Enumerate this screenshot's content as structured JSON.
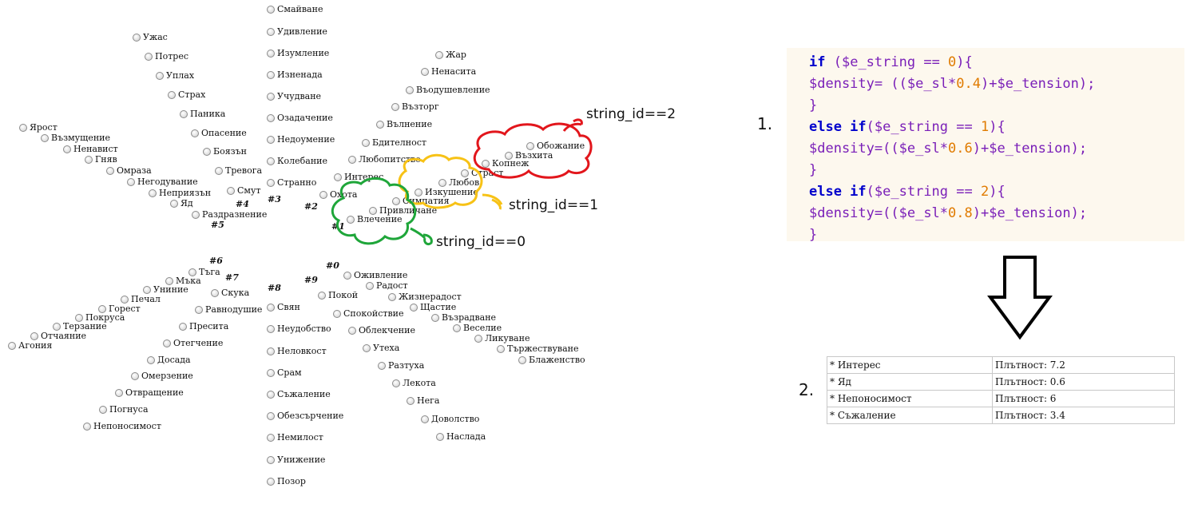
{
  "wheel": {
    "emotions": [
      {
        "label": "Смайване"
      },
      {
        "label": "Удивление"
      },
      {
        "label": "Изумление"
      },
      {
        "label": "Изненада"
      },
      {
        "label": "Учудване"
      },
      {
        "label": "Озадачение"
      },
      {
        "label": "Недоумение"
      },
      {
        "label": "Колебание"
      },
      {
        "label": "Странно"
      },
      {
        "label": "Ужас"
      },
      {
        "label": "Потрес"
      },
      {
        "label": "Уплах"
      },
      {
        "label": "Страх"
      },
      {
        "label": "Паника"
      },
      {
        "label": "Опасение"
      },
      {
        "label": "Боязън"
      },
      {
        "label": "Тревога"
      },
      {
        "label": "Смут"
      },
      {
        "label": "Ярост"
      },
      {
        "label": "Възмущение"
      },
      {
        "label": "Ненавист"
      },
      {
        "label": "Гняв"
      },
      {
        "label": "Омраза"
      },
      {
        "label": "Негодувание"
      },
      {
        "label": "Неприязън"
      },
      {
        "label": "Яд"
      },
      {
        "label": "Раздразнение"
      },
      {
        "label": "Жар"
      },
      {
        "label": "Ненасита"
      },
      {
        "label": "Въодушевление"
      },
      {
        "label": "Възторг"
      },
      {
        "label": "Вълнение"
      },
      {
        "label": "Бдителност"
      },
      {
        "label": "Любопитство"
      },
      {
        "label": "Интерес"
      },
      {
        "label": "Охота"
      },
      {
        "label": "Обожание"
      },
      {
        "label": "Възхита"
      },
      {
        "label": "Копнеж"
      },
      {
        "label": "Страст"
      },
      {
        "label": "Любов"
      },
      {
        "label": "Изкушение"
      },
      {
        "label": "Симпатия"
      },
      {
        "label": "Привличане"
      },
      {
        "label": "Влечение"
      },
      {
        "label": "Тъга"
      },
      {
        "label": "Мъка"
      },
      {
        "label": "Униние"
      },
      {
        "label": "Печал"
      },
      {
        "label": "Горест"
      },
      {
        "label": "Покруса"
      },
      {
        "label": "Терзание"
      },
      {
        "label": "Отчаяние"
      },
      {
        "label": "Агония"
      },
      {
        "label": "Скука"
      },
      {
        "label": "Равнодушие"
      },
      {
        "label": "Пресита"
      },
      {
        "label": "Отегчение"
      },
      {
        "label": "Досада"
      },
      {
        "label": "Омерзение"
      },
      {
        "label": "Отвращение"
      },
      {
        "label": "Погнуса"
      },
      {
        "label": "Непоносимост"
      },
      {
        "label": "Свян"
      },
      {
        "label": "Неудобство"
      },
      {
        "label": "Неловкост"
      },
      {
        "label": "Срам"
      },
      {
        "label": "Съжаление"
      },
      {
        "label": "Обезсърчение"
      },
      {
        "label": "Немилост"
      },
      {
        "label": "Унижение"
      },
      {
        "label": "Позор"
      },
      {
        "label": "Покой"
      },
      {
        "label": "Спокойствие"
      },
      {
        "label": "Облекчение"
      },
      {
        "label": "Утеха"
      },
      {
        "label": "Разтуха"
      },
      {
        "label": "Лекота"
      },
      {
        "label": "Нега"
      },
      {
        "label": "Доволство"
      },
      {
        "label": "Наслада"
      },
      {
        "label": "Оживление"
      },
      {
        "label": "Радост"
      },
      {
        "label": "Жизнерадост"
      },
      {
        "label": "Щастие"
      },
      {
        "label": "Възрадване"
      },
      {
        "label": "Веселие"
      },
      {
        "label": "Ликуване"
      },
      {
        "label": "Тържествуване"
      },
      {
        "label": "Блаженство"
      }
    ],
    "group_labels": [
      "#3",
      "#4",
      "#5",
      "#2",
      "#1",
      "#6",
      "#7",
      "#8",
      "#9",
      "#0"
    ]
  },
  "annotations": {
    "string2": "string_id==2",
    "string1": "string_id==1",
    "string0": "string_id==0",
    "num1": "1.",
    "num2": "2.",
    "colors": {
      "red": "#e2161c",
      "yellow": "#f7c216",
      "green": "#1fa63a"
    }
  },
  "code": {
    "lines": [
      [
        {
          "t": "if",
          "c": "kw"
        },
        {
          "t": " (",
          "c": "op"
        },
        {
          "t": "$e_string",
          "c": "var"
        },
        {
          "t": " == ",
          "c": "op"
        },
        {
          "t": "0",
          "c": "num"
        },
        {
          "t": "){",
          "c": "op"
        }
      ],
      [
        {
          "t": "$density",
          "c": "var"
        },
        {
          "t": "= ((",
          "c": "op"
        },
        {
          "t": "$e_sl",
          "c": "var"
        },
        {
          "t": "*",
          "c": "op"
        },
        {
          "t": "0.4",
          "c": "num"
        },
        {
          "t": ")+",
          "c": "op"
        },
        {
          "t": "$e_tension",
          "c": "var"
        },
        {
          "t": ");",
          "c": "op"
        }
      ],
      [
        {
          "t": "}",
          "c": "op"
        }
      ],
      [
        {
          "t": "else if",
          "c": "kw"
        },
        {
          "t": "(",
          "c": "op"
        },
        {
          "t": "$e_string",
          "c": "var"
        },
        {
          "t": " == ",
          "c": "op"
        },
        {
          "t": "1",
          "c": "num"
        },
        {
          "t": "){",
          "c": "op"
        }
      ],
      [
        {
          "t": "$density",
          "c": "var"
        },
        {
          "t": "=((",
          "c": "op"
        },
        {
          "t": "$e_sl",
          "c": "var"
        },
        {
          "t": "*",
          "c": "op"
        },
        {
          "t": "0.6",
          "c": "num"
        },
        {
          "t": ")+",
          "c": "op"
        },
        {
          "t": "$e_tension",
          "c": "var"
        },
        {
          "t": ");",
          "c": "op"
        }
      ],
      [
        {
          "t": "}",
          "c": "op"
        }
      ],
      [
        {
          "t": "else if",
          "c": "kw"
        },
        {
          "t": "(",
          "c": "op"
        },
        {
          "t": "$e_string",
          "c": "var"
        },
        {
          "t": " == ",
          "c": "op"
        },
        {
          "t": "2",
          "c": "num"
        },
        {
          "t": "){",
          "c": "op"
        }
      ],
      [
        {
          "t": "$density",
          "c": "var"
        },
        {
          "t": "=((",
          "c": "op"
        },
        {
          "t": "$e_sl",
          "c": "var"
        },
        {
          "t": "*",
          "c": "op"
        },
        {
          "t": "0.8",
          "c": "num"
        },
        {
          "t": ")+",
          "c": "op"
        },
        {
          "t": "$e_tension",
          "c": "var"
        },
        {
          "t": ");",
          "c": "op"
        }
      ],
      [
        {
          "t": "}",
          "c": "op"
        }
      ]
    ]
  },
  "table": {
    "rows": [
      [
        "* Интерес",
        "Плътност: 7.2"
      ],
      [
        "* Яд",
        "Плътност: 0.6"
      ],
      [
        "* Непоносимост",
        "Плътност: 6"
      ],
      [
        "* Съжаление",
        "Плътност: 3.4"
      ]
    ]
  }
}
